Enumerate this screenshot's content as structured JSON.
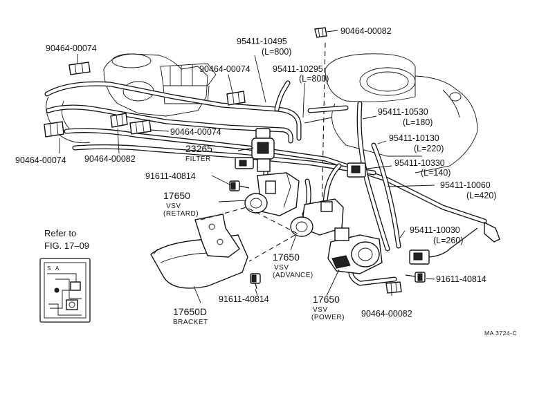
{
  "labels": {
    "clip_top_right": "90464-00082",
    "clip_top_left": "90464-00074",
    "hose_10495": "95411-10495",
    "hose_10495_len": "(L=800)",
    "clip_distributor": "90464-00074",
    "hose_10295": "95411-10295",
    "hose_10295_len": "(L=800)",
    "hose_10530": "95411-10530",
    "hose_10530_len": "(L=180)",
    "clip_mid_left": "90464-00074",
    "hose_10130": "95411-10130",
    "hose_10130_len": "(L=220)",
    "filter_part": "23265",
    "filter_name": "FILTER",
    "clip_left_a": "90464-00074",
    "clip_left_b": "90464-00082",
    "hose_10330": "95411-10330",
    "hose_10330_len": "(L=140)",
    "bolt_left": "91611-40814",
    "hose_10060": "95411-10060",
    "hose_10060_len": "(L=420)",
    "vsv_retard_part": "17650",
    "vsv_retard_vsv": "VSV",
    "vsv_retard_name": "(RETARD)",
    "hose_10030": "95411-10030",
    "hose_10030_len": "(L=260)",
    "refer_to": "Refer to",
    "refer_fig": "FIG. 17–09",
    "vsv_advance_part": "17650",
    "vsv_advance_vsv": "VSV",
    "vsv_advance_name": "(ADVANCE)",
    "bolt_right": "91611-40814",
    "bolt_bottom": "91611-40814",
    "bracket_part": "17650D",
    "bracket_name": "BRACKET",
    "vsv_power_part": "17650",
    "vsv_power_vsv": "VSV",
    "vsv_power_name": "(POWER)",
    "clip_bottom": "90464-00082",
    "diagram_code": "MA 3724-C"
  },
  "inset": {
    "mark_s": "S",
    "mark_a": "A"
  },
  "icons": {
    "hose_clip": "hose-clip-icon",
    "bolt": "bolt-icon",
    "vsv": "vacuum-switching-valve-icon",
    "filter": "filter-icon"
  },
  "colors": {
    "ink": "#111111",
    "paper": "#ffffff"
  }
}
